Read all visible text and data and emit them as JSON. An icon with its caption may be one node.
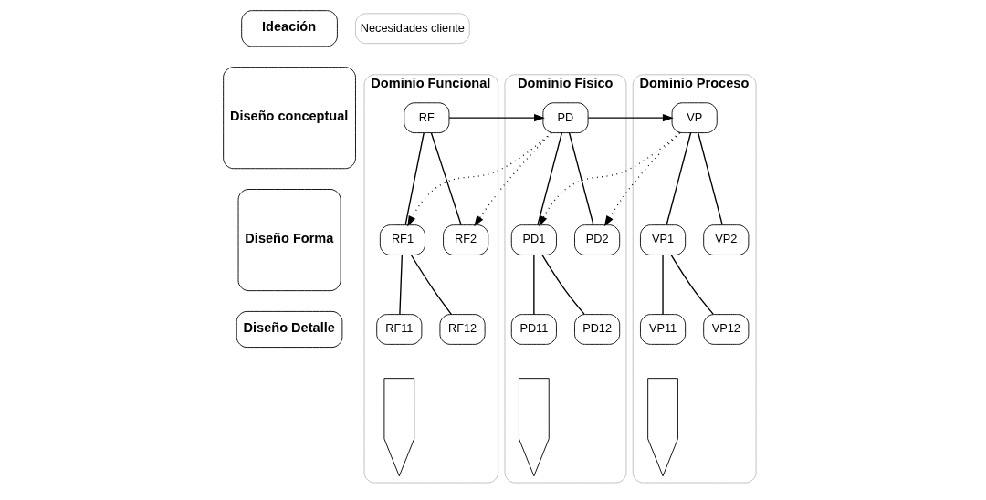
{
  "diagram": {
    "nodes": [
      {
        "text": [
          "Ideación"
        ]
      },
      {
        "text": [
          "Diseño conceptual"
        ]
      },
      {
        "text": [
          "Diseño Forma"
        ]
      },
      {
        "text": [
          "Diseño Detalle"
        ]
      },
      {
        "text": [
          "Necesidades cliente"
        ]
      },
      {
        "text": [
          "Dominio Funcional"
        ]
      },
      {
        "text": [
          "RF"
        ],
        "in": 5
      },
      {
        "text": [
          "RF1"
        ],
        "in": 5
      },
      {
        "text": [
          "RF2"
        ],
        "in": 5
      },
      {
        "text": [
          "RF11"
        ],
        "in": 5
      },
      {
        "text": [
          "RF12"
        ],
        "in": 5
      },
      {
        "text": [],
        "shape": "arrow",
        "in": 5
      },
      {
        "text": [
          "Dominio Físico"
        ]
      },
      {
        "text": [
          "PD"
        ],
        "in": 12
      },
      {
        "text": [
          "PD1"
        ],
        "in": 12
      },
      {
        "text": [
          "PD2"
        ],
        "in": 12
      },
      {
        "text": [
          "PD11"
        ],
        "in": 12
      },
      {
        "text": [
          "PD12"
        ],
        "in": 12
      },
      {
        "text": [],
        "shape": "arrow",
        "in": 12
      },
      {
        "text": [
          "Dominio Proceso"
        ]
      },
      {
        "text": [
          "VP"
        ],
        "in": 19
      },
      {
        "text": [
          "VP1"
        ],
        "in": 19
      },
      {
        "text": [
          "VP2"
        ],
        "in": 19
      },
      {
        "text": [
          "VP11"
        ],
        "in": 19
      },
      {
        "text": [
          "VP12"
        ],
        "in": 19
      },
      {
        "text": [],
        "shape": "arrow",
        "in": 19
      }
    ],
    "edges": [
      {
        "from": 6,
        "to": 7,
        "arrow": "none"
      },
      {
        "from": 6,
        "to": 8,
        "arrow": "none"
      },
      {
        "from": 7,
        "to": 9,
        "arrow": "none"
      },
      {
        "from": 7,
        "to": 10,
        "arrow": "none"
      },
      {
        "from": 13,
        "to": 14,
        "arrow": "none"
      },
      {
        "from": 13,
        "to": 15,
        "arrow": "none"
      },
      {
        "from": 14,
        "to": 16,
        "arrow": "none"
      },
      {
        "from": 14,
        "to": 17,
        "arrow": "none"
      },
      {
        "from": 20,
        "to": 21,
        "arrow": "none"
      },
      {
        "from": 20,
        "to": 22,
        "arrow": "none"
      },
      {
        "from": 21,
        "to": 23,
        "arrow": "none"
      },
      {
        "from": 21,
        "to": 24,
        "arrow": "none"
      },
      {
        "from": 6,
        "to": 13,
        "arrow": "to"
      },
      {
        "from": 13,
        "to": 20,
        "arrow": "to"
      },
      {
        "from": 13,
        "to": 7,
        "arrow": "to",
        "style": "dashed"
      },
      {
        "from": 13,
        "to": 8,
        "arrow": "to",
        "style": "dashed"
      },
      {
        "from": 20,
        "to": 14,
        "arrow": "to",
        "style": "dashed"
      },
      {
        "from": 20,
        "to": 15,
        "arrow": "to",
        "style": "dashed"
      }
    ]
  }
}
